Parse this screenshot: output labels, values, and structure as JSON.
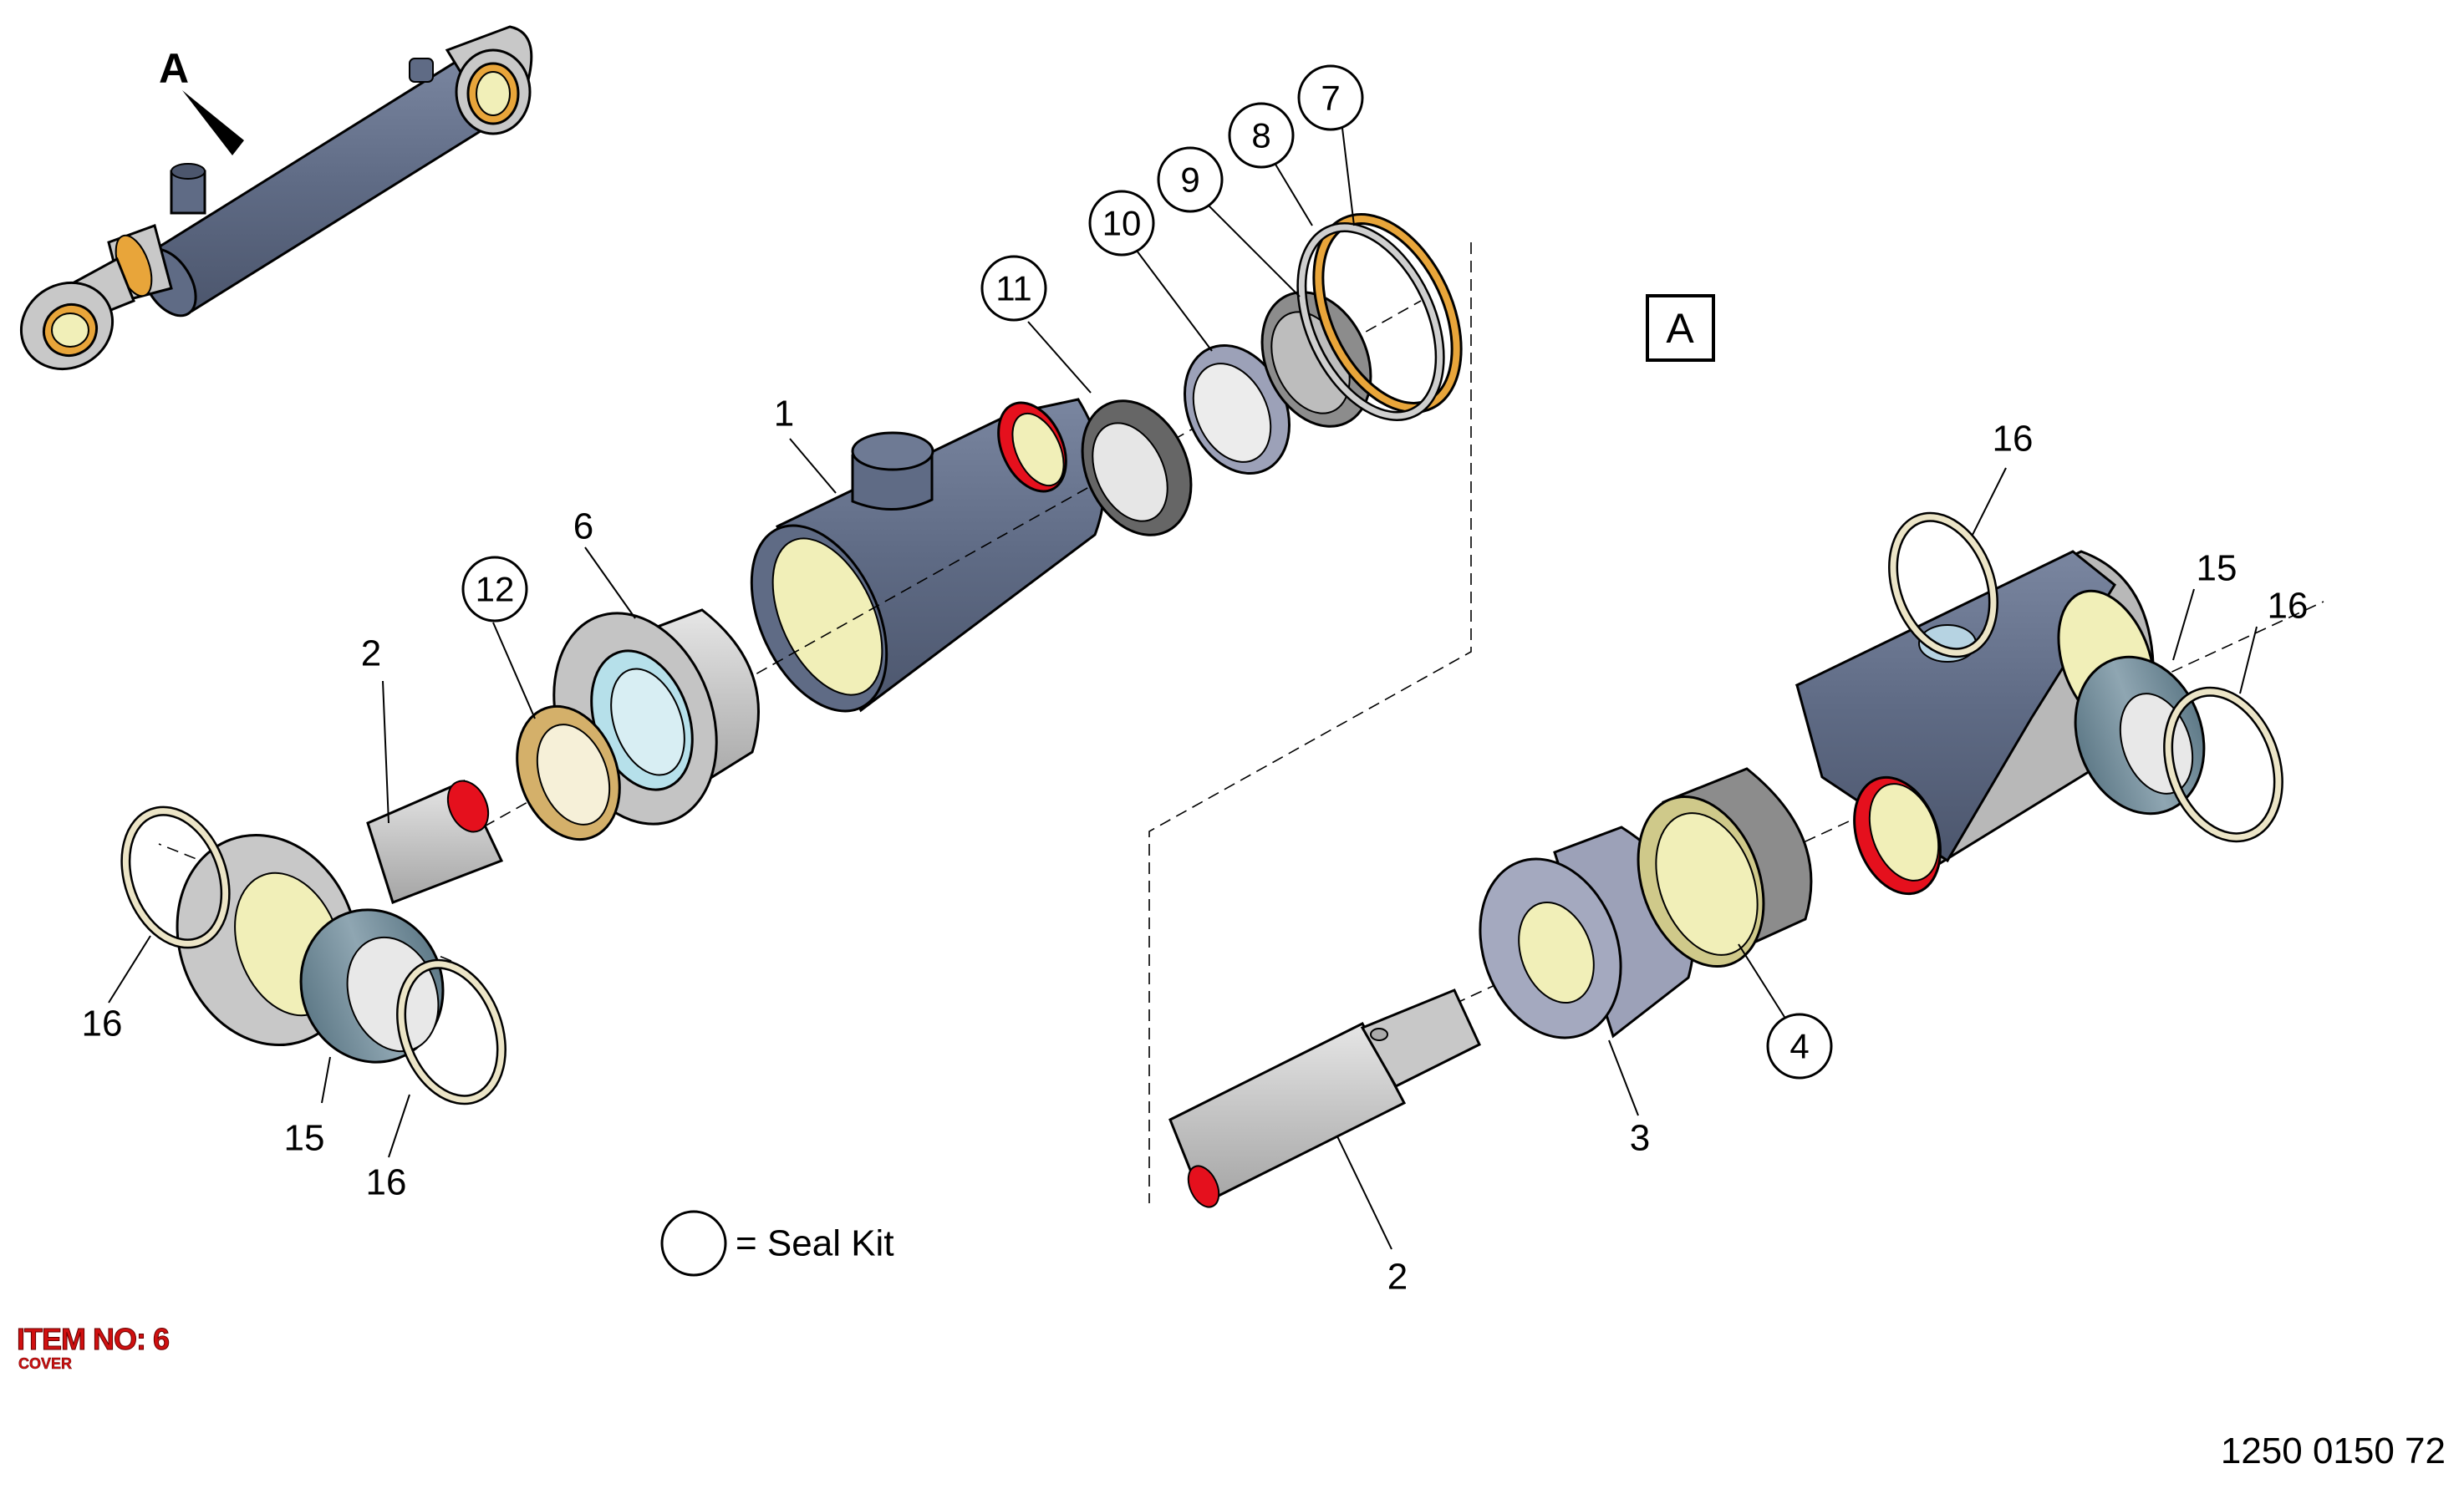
{
  "view_marker": "A",
  "view_label": "A",
  "parts": {
    "p1": "1",
    "p2a": "2",
    "p2b": "2",
    "p3": "3",
    "p6": "6",
    "p15a": "15",
    "p15b": "15",
    "p16a": "16",
    "p16b": "16",
    "p16c": "16",
    "p16d": "16"
  },
  "seal_kit_parts": {
    "s4": "4",
    "s7": "7",
    "s8": "8",
    "s9": "9",
    "s10": "10",
    "s11": "11",
    "s12": "12"
  },
  "legend": {
    "seal_kit": "= Seal Kit"
  },
  "item": {
    "number": "ITEM NO: 6",
    "name": "COVER"
  },
  "document_number": "1250 0150 72",
  "colors": {
    "body_blue": "#5f6b85",
    "silver": "#c9c9c9",
    "thread_yellow": "#f1efb8",
    "seal_orange": "#e8a53a",
    "cut_red": "#e5101d",
    "item_red": "#d01010"
  }
}
